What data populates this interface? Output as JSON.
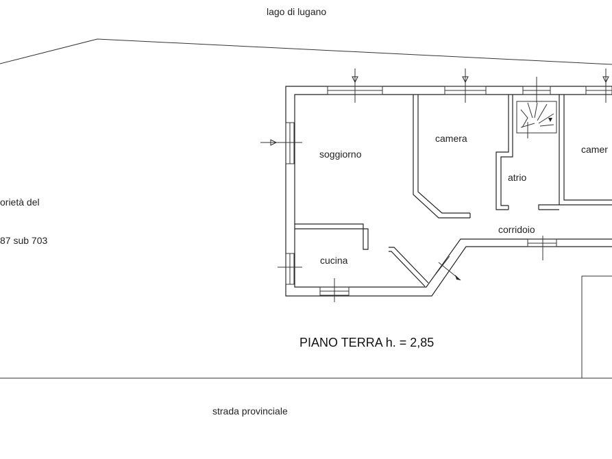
{
  "labels": {
    "lake": "lago di lugano",
    "road": "strada provinciale",
    "ownership": "orietà del",
    "parcel": "87 sub 703",
    "title": "PIANO TERRA h. = 2,85"
  },
  "rooms": {
    "soggiorno": "soggiorno",
    "camera_1": "camera",
    "camera_2": "camer",
    "atrio": "atrio",
    "corridoio": "corridoio",
    "cucina": "cucina"
  },
  "colors": {
    "line": "#222222",
    "background": "#ffffff"
  }
}
